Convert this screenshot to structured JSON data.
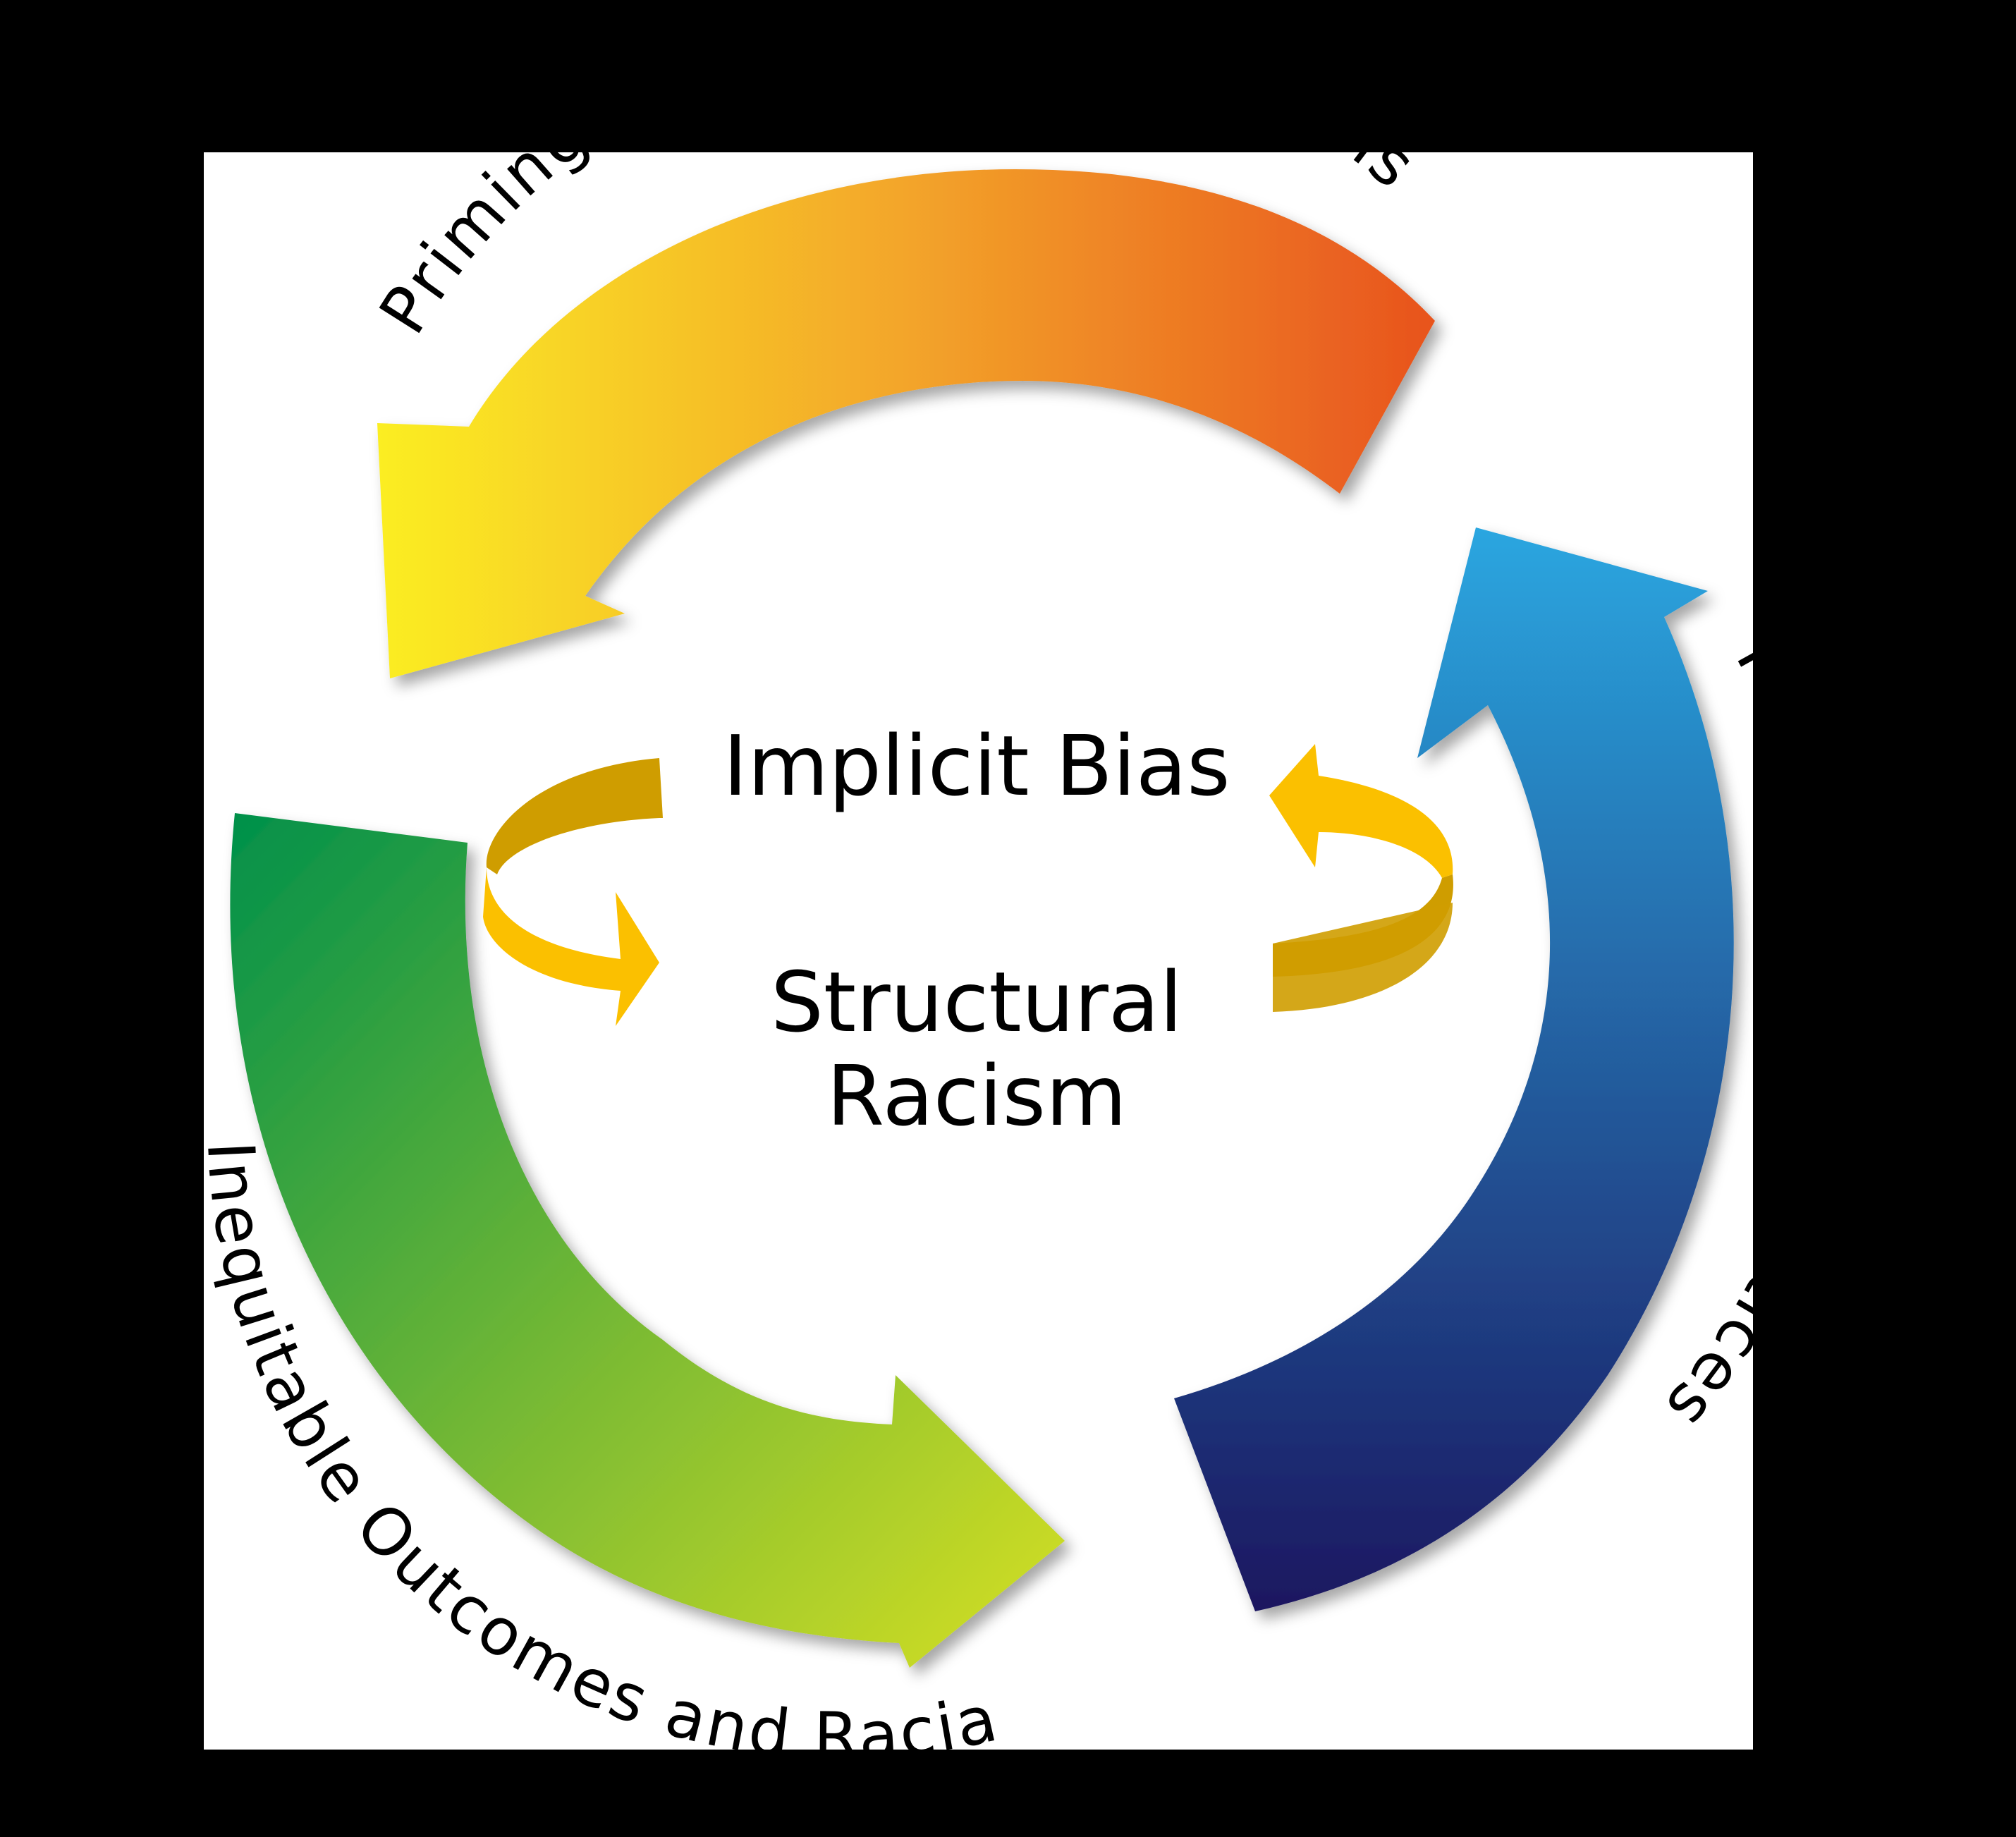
{
  "diagram": {
    "center": {
      "line1": "Implicit Bias",
      "line2": "Structural",
      "line3": "Racism"
    },
    "arc_labels": {
      "top_left": "Priming, Ass",
      "top_right": "umptions",
      "right_top": "P",
      "right_bottom": "Practices",
      "bottom": "Inequitable Outcomes and Racia"
    },
    "colors": {
      "background": "#000000",
      "panel": "#ffffff",
      "top_arrow_start": "#fbee23",
      "top_arrow_end": "#e8531e",
      "right_arrow_start": "#2aa6e0",
      "right_arrow_end": "#1a1760",
      "left_arrow_start": "#00904a",
      "left_arrow_end": "#d7e023",
      "small_arrows": "#fbc000",
      "small_arrows_shadow": "#cf9d00"
    }
  }
}
